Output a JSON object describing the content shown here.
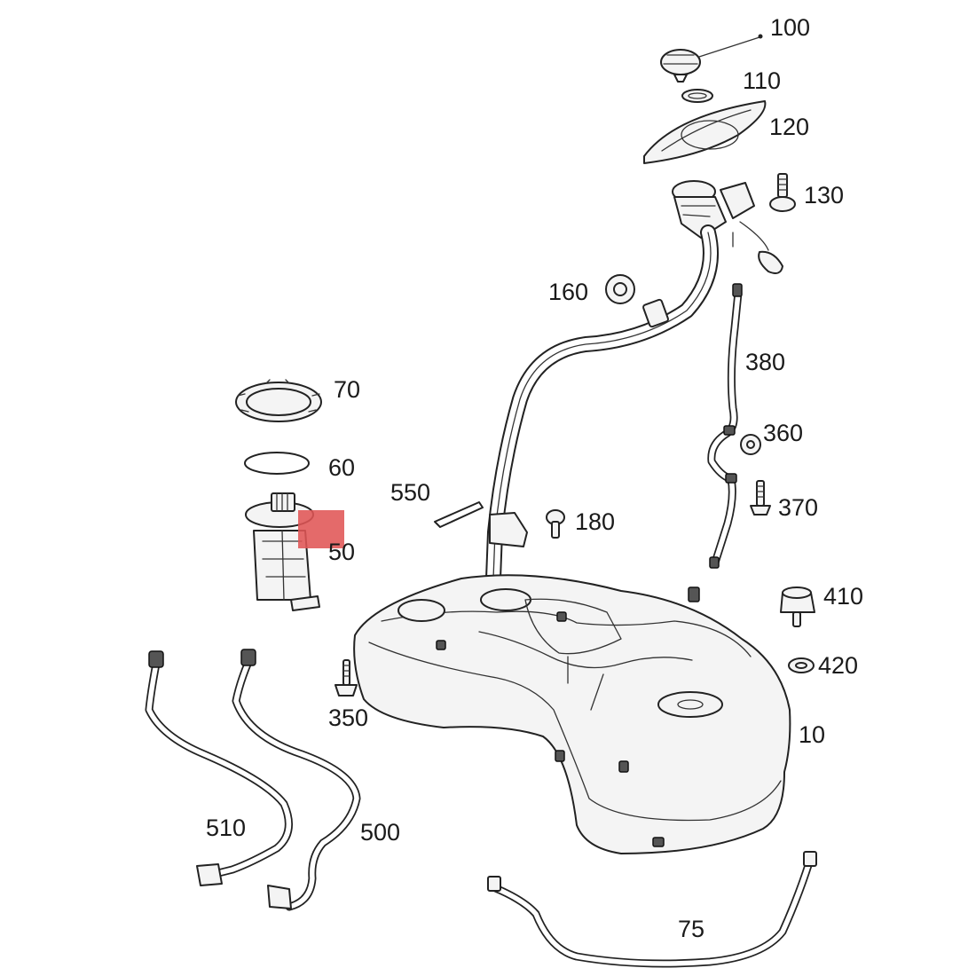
{
  "callouts": {
    "c100": "100",
    "c110": "110",
    "c120": "120",
    "c130": "130",
    "c160": "160",
    "c380": "380",
    "c360": "360",
    "c370": "370",
    "c70": "70",
    "c60": "60",
    "c550": "550",
    "c180": "180",
    "c50": "50",
    "c410": "410",
    "c420": "420",
    "c350": "350",
    "c10": "10",
    "c510": "510",
    "c500": "500",
    "c75": "75"
  },
  "highlight": {
    "part": "50",
    "color": "#e05555"
  }
}
